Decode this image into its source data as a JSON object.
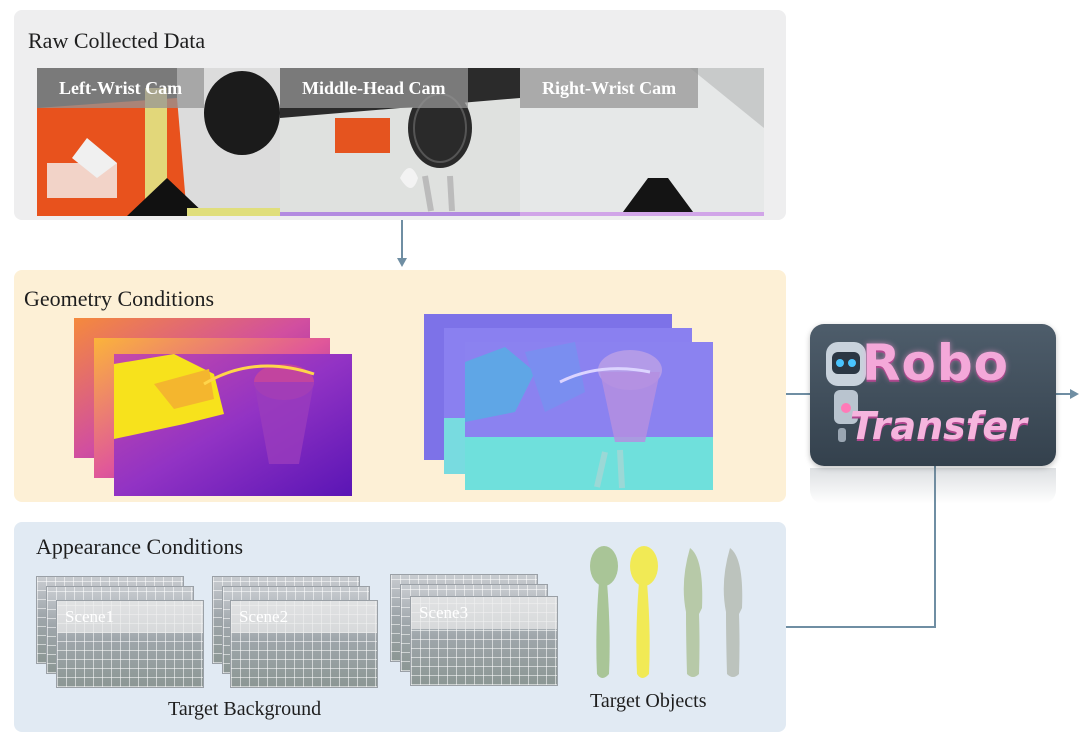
{
  "raw_panel": {
    "title": "Raw Collected Data",
    "cameras": [
      {
        "label": "Left-Wrist Cam"
      },
      {
        "label": "Middle-Head Cam"
      },
      {
        "label": "Right-Wrist Cam"
      }
    ]
  },
  "geometry_panel": {
    "title": "Geometry Conditions",
    "maps": [
      "depth",
      "normal"
    ]
  },
  "appearance_panel": {
    "title": "Appearance Conditions",
    "scenes": [
      {
        "label": "Scene1"
      },
      {
        "label": "Scene2"
      },
      {
        "label": "Scene3"
      }
    ],
    "background_caption": "Target Background",
    "objects_caption": "Target Objects",
    "objects": [
      "spoon",
      "spoon",
      "knife",
      "knife"
    ]
  },
  "logo": {
    "line1": "Robo",
    "line2": "Transfer"
  },
  "colors": {
    "raw_bg": "#eeeeef",
    "geometry_bg": "#fdf0d6",
    "appearance_bg": "#e1eaf3",
    "connector": "#6f8ea3",
    "logo_bg": "#3d4a57"
  }
}
